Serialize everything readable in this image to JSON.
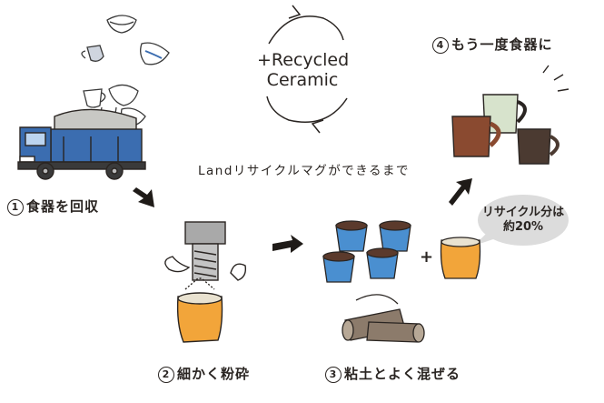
{
  "brand": {
    "line1": "+Recycled",
    "line2": "Ceramic"
  },
  "title": "Landリサイクルマグができるまで",
  "steps": [
    {
      "num": "1",
      "label": "食器を回収"
    },
    {
      "num": "2",
      "label": "細かく粉砕"
    },
    {
      "num": "3",
      "label": "粘土とよく混ぜる"
    },
    {
      "num": "4",
      "label": "もう一度食器に"
    }
  ],
  "bubble": {
    "line1": "リサイクル分は",
    "line2": "約20%"
  },
  "plus_sign": "+",
  "colors": {
    "truck_blue": "#3b6db0",
    "orange_bag": "#f2a53a",
    "blue_bucket": "#4a8fd0",
    "mug_brown": "#8a4a30",
    "mug_green": "#d7e3cc",
    "mug_dark": "#4b3a31",
    "ink": "#2a2522"
  }
}
